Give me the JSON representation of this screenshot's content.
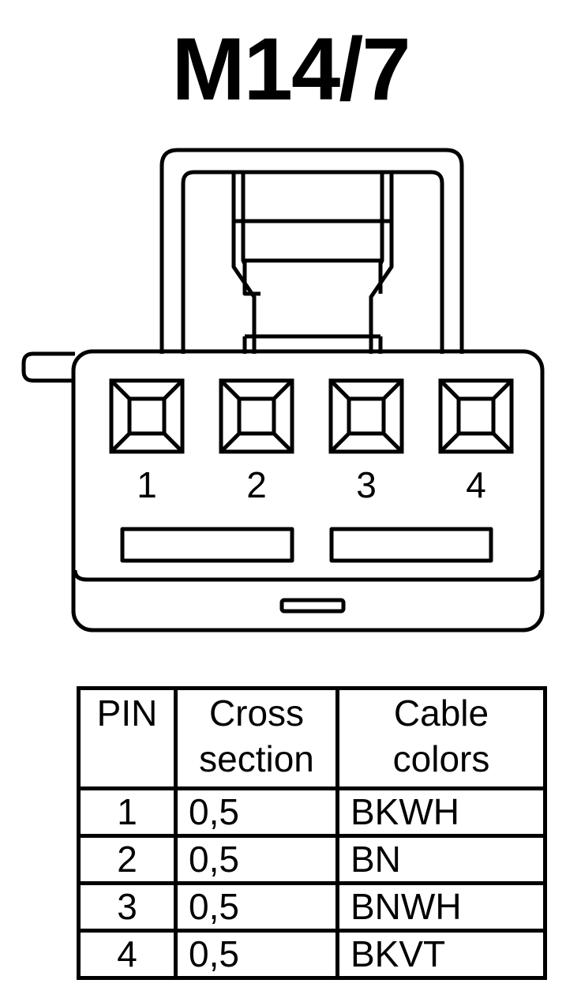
{
  "title": "M14/7",
  "pins": [
    "1",
    "2",
    "3",
    "4"
  ],
  "table": {
    "headers": {
      "pin": "PIN",
      "cross_line1": "Cross",
      "cross_line2": "section",
      "colors_line1": "Cable",
      "colors_line2": "colors"
    },
    "rows": [
      {
        "pin": "1",
        "cross": "0,5",
        "color": "BKWH"
      },
      {
        "pin": "2",
        "cross": "0,5",
        "color": "BN"
      },
      {
        "pin": "3",
        "cross": "0,5",
        "color": "BNWH"
      },
      {
        "pin": "4",
        "cross": "0,5",
        "color": "BKVT"
      }
    ]
  }
}
